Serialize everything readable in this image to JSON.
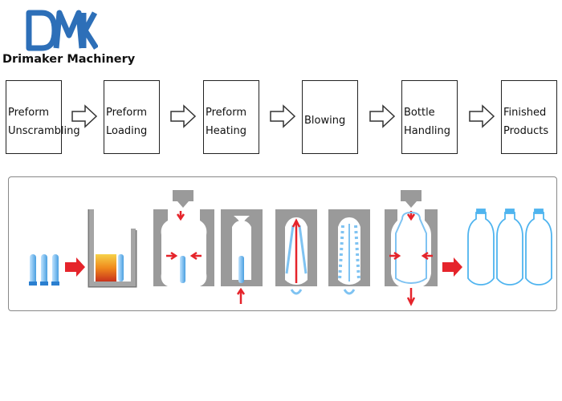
{
  "brand": {
    "logo_text": "DMK",
    "name": "Drimaker Machinery"
  },
  "steps": [
    {
      "label": "Preform\nUnscrambling"
    },
    {
      "label": "Preform\nLoading"
    },
    {
      "label": "Preform\nHeating"
    },
    {
      "label": "Blowing"
    },
    {
      "label": "Bottle\nHandling"
    },
    {
      "label": "Finished\nProducts"
    }
  ],
  "icons": {
    "flow_arrow": "hollow-right-arrow-icon",
    "motion_arrow": "red-arrow-icon"
  },
  "colors": {
    "logo_blue": "#2d6fb8",
    "preform_blue": "#5aa9e6",
    "arrow_red": "#e5242b",
    "mold_gray": "#9a9a9a"
  }
}
